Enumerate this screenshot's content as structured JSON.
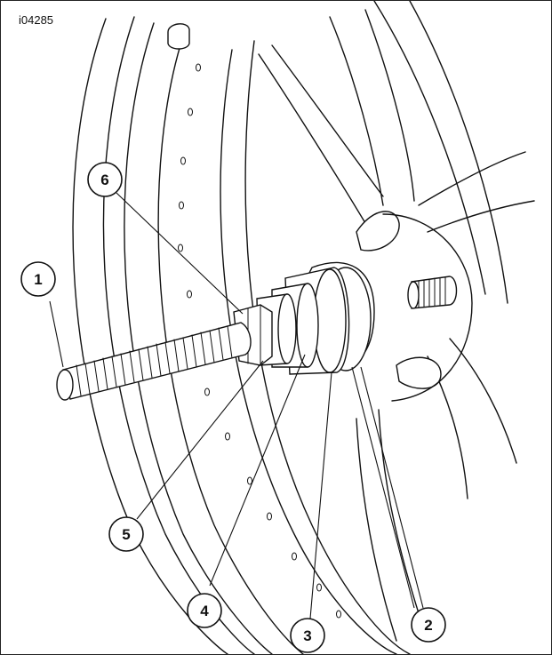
{
  "figure": {
    "id": "i04285"
  },
  "callouts": [
    {
      "label": "1"
    },
    {
      "label": "6"
    },
    {
      "label": "5"
    },
    {
      "label": "4"
    },
    {
      "label": "3"
    },
    {
      "label": "2"
    }
  ]
}
